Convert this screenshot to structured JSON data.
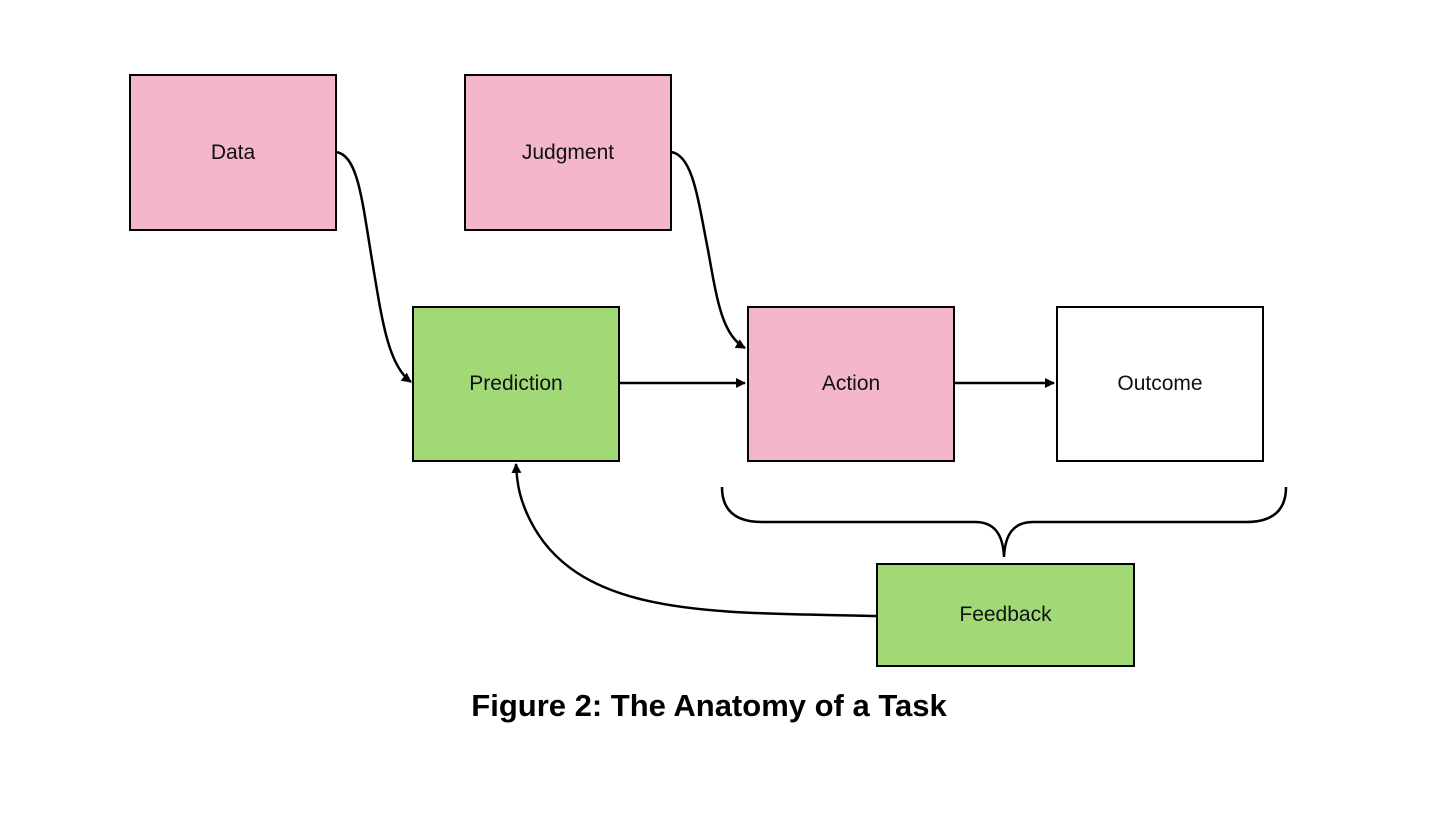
{
  "colors": {
    "pink": "#f4b6c9",
    "green": "#a2d977",
    "white": "#ffffff",
    "stroke": "#000000"
  },
  "nodes": {
    "data": {
      "label": "Data",
      "color": "#f4b6c9"
    },
    "judgment": {
      "label": "Judgment",
      "color": "#f4b6c9"
    },
    "prediction": {
      "label": "Prediction",
      "color": "#a2d977"
    },
    "action": {
      "label": "Action",
      "color": "#f4b6c9"
    },
    "outcome": {
      "label": "Outcome",
      "color": "#ffffff"
    },
    "feedback": {
      "label": "Feedback",
      "color": "#a2d977"
    }
  },
  "edges": [
    {
      "from": "data",
      "to": "prediction"
    },
    {
      "from": "judgment",
      "to": "action"
    },
    {
      "from": "prediction",
      "to": "action"
    },
    {
      "from": "action",
      "to": "outcome"
    },
    {
      "from": "feedback",
      "to": "prediction"
    }
  ],
  "caption": "Figure 2: The Anatomy of a Task"
}
